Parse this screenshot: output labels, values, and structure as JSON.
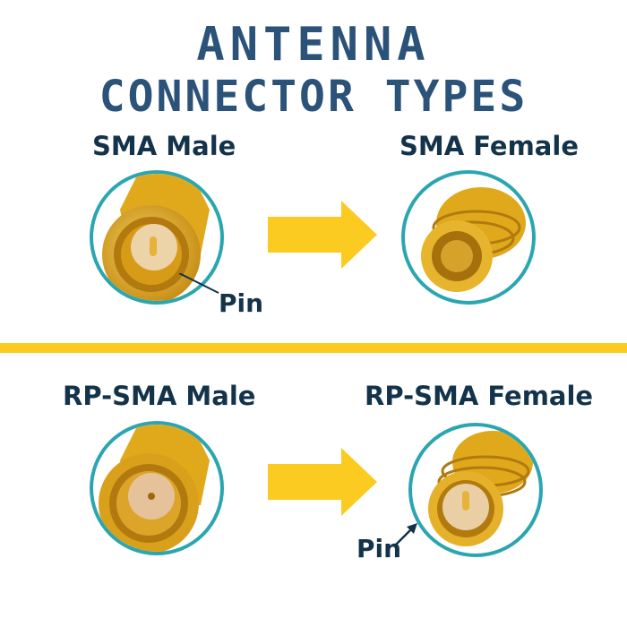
{
  "title": {
    "line1": "ANTENNA",
    "line2": "CONNECTOR TYPES"
  },
  "colors": {
    "title": "#2b5278",
    "label": "#13334a",
    "ring": "#2aa6b0",
    "arrow": "#fccb22",
    "divider": "#fccb22",
    "gold": "#e2ac1e"
  },
  "top_row": {
    "left": {
      "label": "SMA Male",
      "callout": "Pin"
    },
    "right": {
      "label": "SMA Female"
    }
  },
  "bottom_row": {
    "left": {
      "label": "RP-SMA Male"
    },
    "right": {
      "label": "RP-SMA Female",
      "callout": "Pin"
    }
  },
  "icons": [
    "arrow-right-icon",
    "arrow-right-icon"
  ]
}
